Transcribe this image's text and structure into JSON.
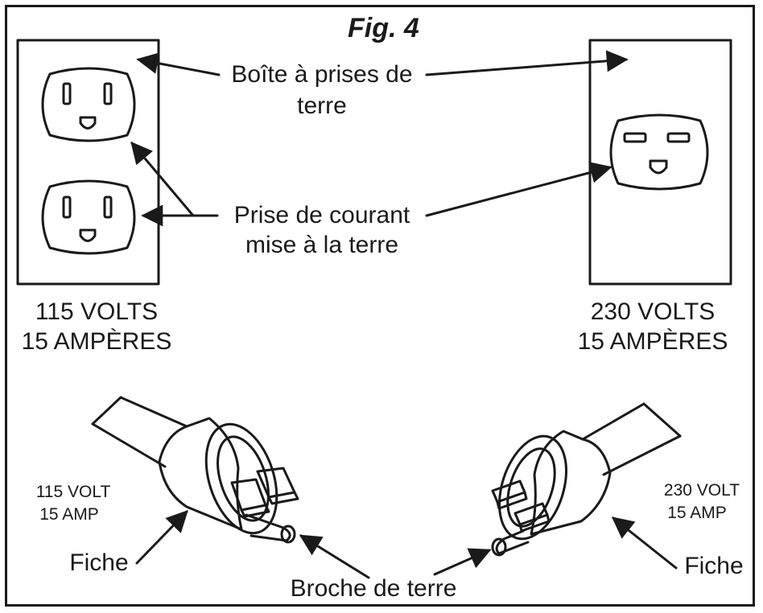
{
  "figure": {
    "title": "Fig. 4",
    "labels": {
      "ground_box_line1": "Boîte à prises de",
      "ground_box_line2": "terre",
      "grounded_outlet_line1": "Prise de courant",
      "grounded_outlet_line2": "mise à la terre",
      "left_rating_line1": "115 VOLTS",
      "left_rating_line2": "15 AMPÈRES",
      "right_rating_line1": "230 VOLTS",
      "right_rating_line2": "15 AMPÈRES",
      "left_plug_rating_line1": "115 VOLT",
      "left_plug_rating_line2": "15 AMP",
      "right_plug_rating_line1": "230 VOLT",
      "right_plug_rating_line2": "15 AMP",
      "left_plug_name": "Fiche",
      "right_plug_name": "Fiche",
      "ground_pin": "Broche de terre"
    },
    "colors": {
      "ink": "#1a1a1a",
      "paper": "#ffffff"
    }
  }
}
